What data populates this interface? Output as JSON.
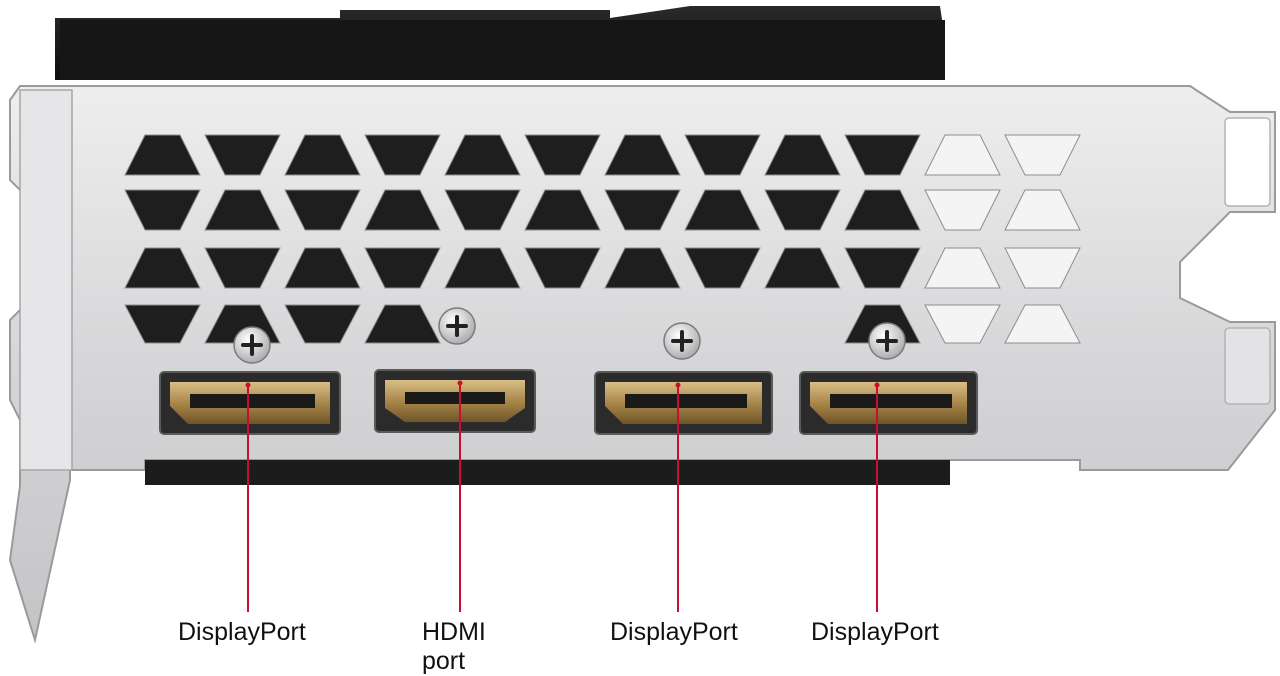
{
  "image": {
    "subject": "Graphics card I/O bracket with display outputs",
    "colors": {
      "bracket": "#d9d9db",
      "shroud": "#1a1a1a",
      "pointer_line": "#c8102e",
      "connector_gold": "#b8985a",
      "label_text": "#111111"
    },
    "ports": [
      {
        "type": "DisplayPort",
        "label_lines": [
          "DisplayPort"
        ]
      },
      {
        "type": "HDMI",
        "label_lines": [
          "HDMI",
          "port"
        ]
      },
      {
        "type": "DisplayPort",
        "label_lines": [
          "DisplayPort"
        ]
      },
      {
        "type": "DisplayPort",
        "label_lines": [
          "DisplayPort"
        ]
      }
    ]
  }
}
